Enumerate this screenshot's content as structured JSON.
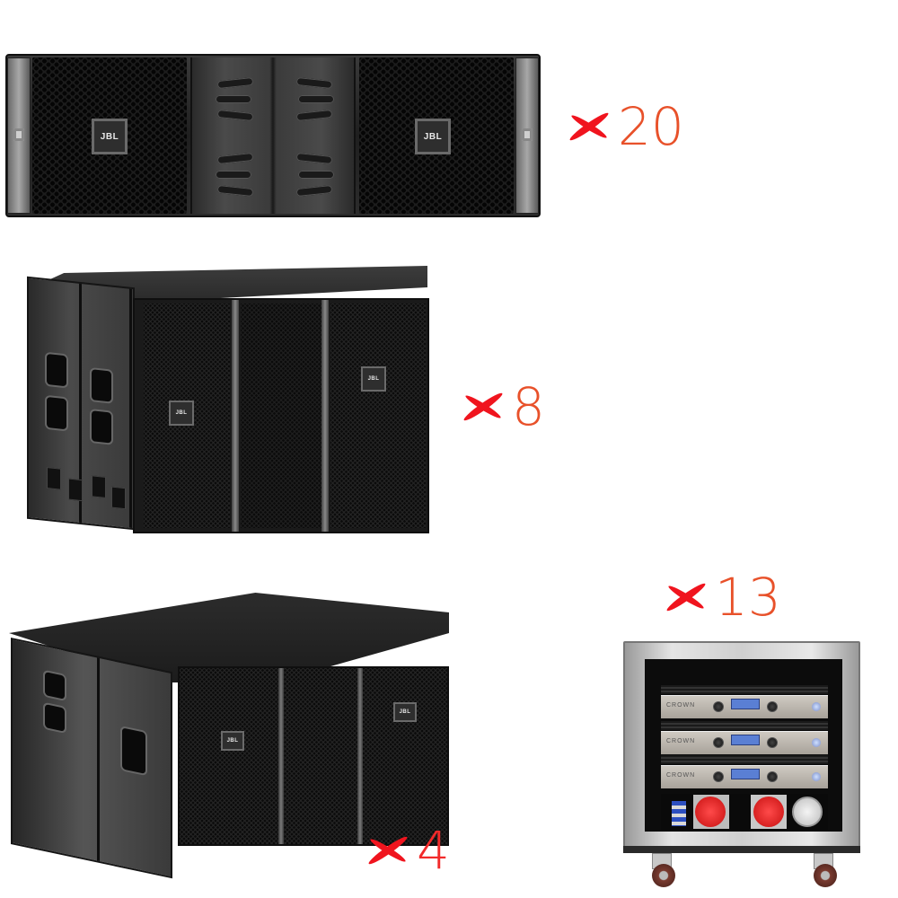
{
  "brand": "JBL",
  "colors": {
    "x_mark": "#f0141e",
    "qty_text_orange": "#e8512a",
    "qty_text_red": "#f22a2a",
    "speaker_black": "#1c1c1c",
    "rack_aluminum": "#d8d8d8",
    "socket_red": "#d91c1c",
    "lcd_blue": "#5a7fd4"
  },
  "items": [
    {
      "id": "line-array",
      "description": "JBL line array module (front view)",
      "badge": "JBL",
      "quantity_prefix": "×",
      "quantity": "20",
      "qty_color": "#e8512a"
    },
    {
      "id": "subwoofer",
      "description": "JBL line array subwoofer (angled view)",
      "badge": "JBL",
      "quantity_prefix": "×",
      "quantity": "8",
      "qty_color": "#e8512a"
    },
    {
      "id": "main-box",
      "description": "JBL line array enclosure (angled view)",
      "badge": "JBL",
      "quantity_prefix": "×",
      "quantity": "4",
      "qty_color": "#f22a2a"
    },
    {
      "id": "amp-rack",
      "description": "Amplifier rack case with 3 amplifiers and power distribution on casters",
      "amp_brand": "CROWN",
      "amp_count": 3,
      "quantity_prefix": "×",
      "quantity": "13",
      "qty_color": "#e8512a"
    }
  ]
}
